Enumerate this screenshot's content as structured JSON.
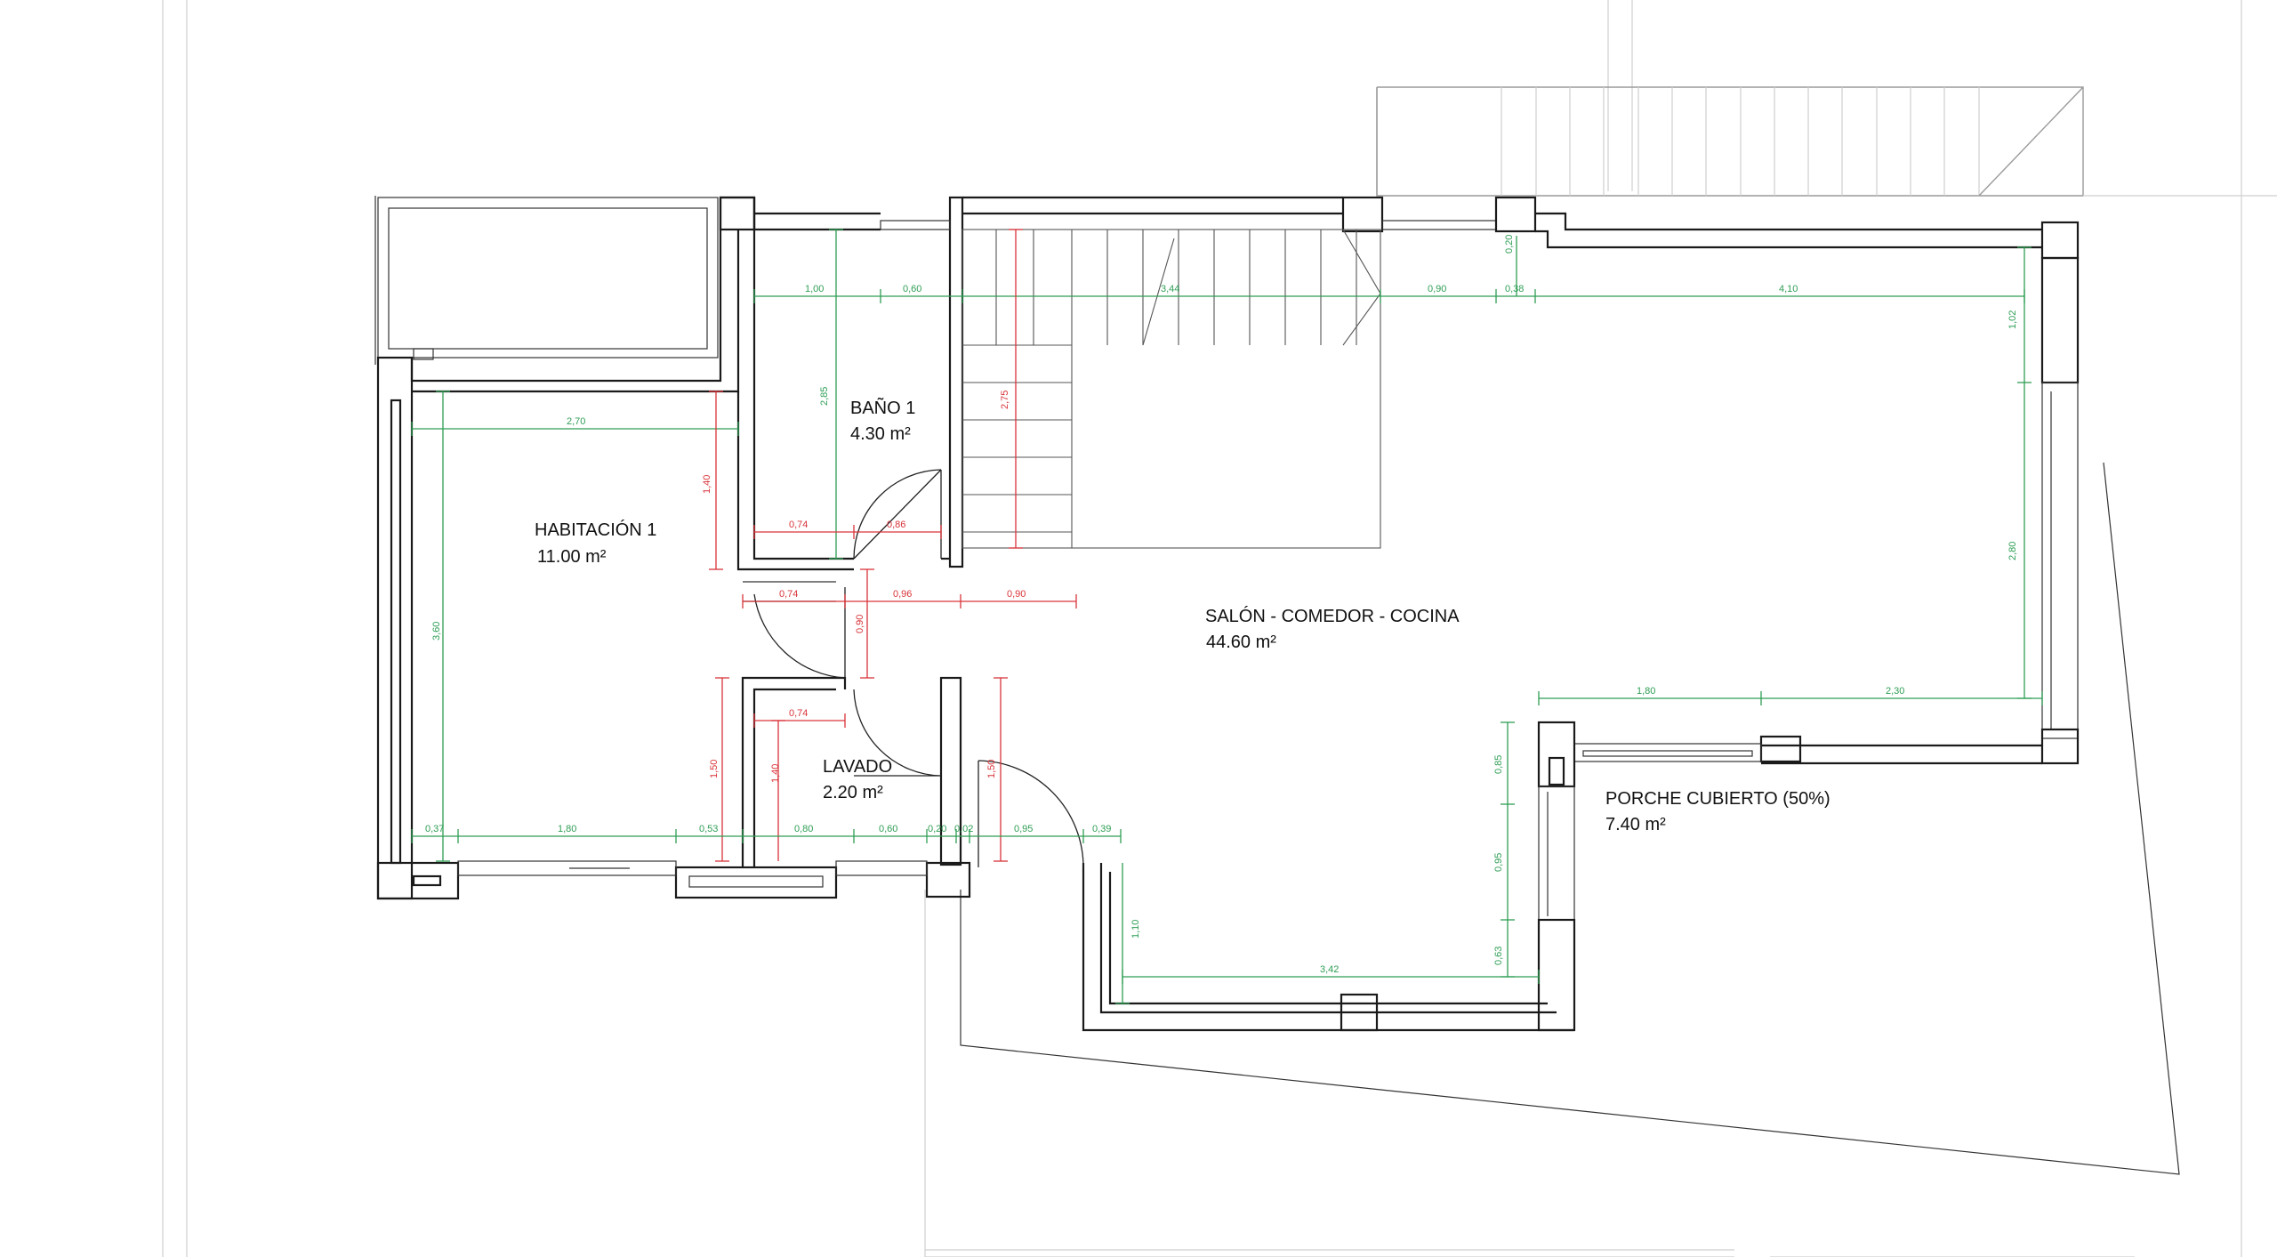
{
  "rooms": {
    "habitacion": {
      "name": "HABITACIÓN 1",
      "area": "11.00 m²"
    },
    "bano": {
      "name": "BAÑO 1",
      "area": "4.30 m²"
    },
    "salon": {
      "name": "SALÓN - COMEDOR - COCINA",
      "area": "44.60 m²"
    },
    "lavado": {
      "name": "LAVADO",
      "area": "2.20 m²"
    },
    "porche": {
      "name": "PORCHE CUBIERTO (50%)",
      "area": "7.40 m²"
    }
  },
  "dimensions": {
    "d_1_00": "1,00",
    "d_0_60a": "0,60",
    "d_3_44": "3,44",
    "d_0_90": "0,90",
    "d_0_38": "0,38",
    "d_4_10": "4,10",
    "d_0_20a": "0,20",
    "d_1_02": "1,02",
    "d_2_70": "2,70",
    "d_2_85": "2,85",
    "d_2_75": "2,75",
    "d_1_40a": "1,40",
    "d_0_74a": "0,74",
    "d_0_86": "0,86",
    "d_0_74b": "0,74",
    "d_0_96": "0,96",
    "d_0_90b": "0,90",
    "d_0_90c": "0,90",
    "d_2_80": "2,80",
    "d_3_60": "3,60",
    "d_0_74c": "0,74",
    "d_1_80a": "1,80",
    "d_2_30": "2,30",
    "d_1_50a": "1,50",
    "d_1_40b": "1,40",
    "d_1_50b": "1,50",
    "d_0_85": "0,85",
    "d_0_37": "0,37",
    "d_1_80b": "1,80",
    "d_0_53": "0,53",
    "d_0_80": "0,80",
    "d_0_60b": "0,60",
    "d_0_20b": "0,20",
    "d_0_02": "0,02",
    "d_0_95a": "0,95",
    "d_0_39": "0,39",
    "d_0_95b": "0,95",
    "d_1_10": "1,10",
    "d_3_42": "3,42",
    "d_0_63": "0,63"
  }
}
